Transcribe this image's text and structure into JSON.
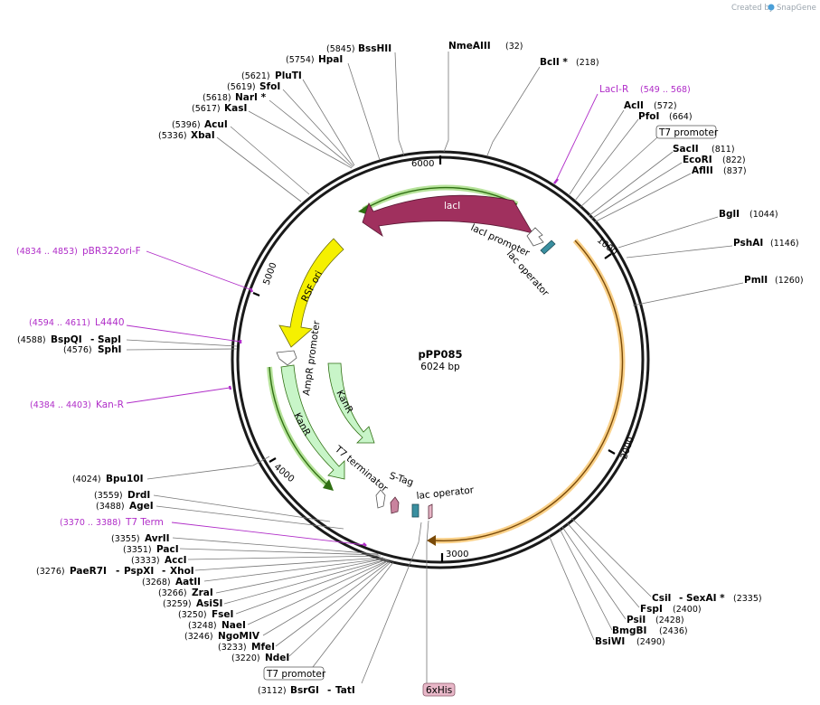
{
  "credit": {
    "prefix": "Created by",
    "brand": "SnapGene"
  },
  "plasmid": {
    "name": "pPP085",
    "size": "6024 bp"
  },
  "ticks": [
    "1000",
    "2000",
    "3000",
    "4000",
    "5000",
    "6000"
  ],
  "features": {
    "lacI": "lacI",
    "rsf_ori": "RSF ori",
    "kanR_inner": "KanR",
    "kanR_outer": "KanR",
    "ampR_promoter": "AmpR promoter",
    "laci_promoter": "lacI promoter",
    "lac_operator_top": "lac operator",
    "t7_terminator": "T7 terminator",
    "s_tag": "S-Tag",
    "lac_operator_bottom": "lac operator",
    "t7_promoter_top": "T7 promoter",
    "t7_promoter_bottom": "T7 promoter",
    "his_tag": "6xHis"
  },
  "sites": [
    {
      "name": "NmeAIII",
      "pos": "(32)"
    },
    {
      "name": "BclI *",
      "pos": "(218)"
    },
    {
      "name": "AclI",
      "pos": "(572)"
    },
    {
      "name": "PfoI",
      "pos": "(664)"
    },
    {
      "name": "SacII",
      "pos": "(811)"
    },
    {
      "name": "EcoRI",
      "pos": "(822)"
    },
    {
      "name": "AflII",
      "pos": "(837)"
    },
    {
      "name": "BglI",
      "pos": "(1044)"
    },
    {
      "name": "PshAI",
      "pos": "(1146)"
    },
    {
      "name": "PmlI",
      "pos": "(1260)"
    },
    {
      "name": "CsiI",
      "name2": "SexAI *",
      "pos": "(2335)"
    },
    {
      "name": "FspI",
      "pos": "(2400)"
    },
    {
      "name": "PsiI",
      "pos": "(2428)"
    },
    {
      "name": "BmgBI",
      "pos": "(2436)"
    },
    {
      "name": "BsiWI",
      "pos": "(2490)"
    },
    {
      "name": "BssHII",
      "pos": "(5845)"
    },
    {
      "name": "HpaI",
      "pos": "(5754)"
    },
    {
      "name": "PluTI",
      "pos": "(5621)"
    },
    {
      "name": "SfoI",
      "pos": "(5619)"
    },
    {
      "name": "NarI *",
      "pos": "(5618)"
    },
    {
      "name": "KasI",
      "pos": "(5617)"
    },
    {
      "name": "AcuI",
      "pos": "(5396)"
    },
    {
      "name": "XbaI",
      "pos": "(5336)"
    },
    {
      "name": "BspQI",
      "name2": "SapI",
      "pos": "(4588)"
    },
    {
      "name": "SphI",
      "pos": "(4576)"
    },
    {
      "name": "Bpu10I",
      "pos": "(4024)"
    },
    {
      "name": "DrdI",
      "pos": "(3559)"
    },
    {
      "name": "AgeI",
      "pos": "(3488)"
    },
    {
      "name": "AvrII",
      "pos": "(3355)"
    },
    {
      "name": "PacI",
      "pos": "(3351)"
    },
    {
      "name": "AccI",
      "pos": "(3333)"
    },
    {
      "name": "PaeR7I",
      "name2": "PspXI",
      "name3": "XhoI",
      "pos": "(3276)"
    },
    {
      "name": "AatII",
      "pos": "(3268)"
    },
    {
      "name": "ZraI",
      "pos": "(3266)"
    },
    {
      "name": "AsiSI",
      "pos": "(3259)"
    },
    {
      "name": "FseI",
      "pos": "(3250)"
    },
    {
      "name": "NaeI",
      "pos": "(3248)"
    },
    {
      "name": "NgoMIV",
      "pos": "(3246)"
    },
    {
      "name": "MfeI",
      "pos": "(3233)"
    },
    {
      "name": "NdeI",
      "pos": "(3220)"
    },
    {
      "name": "BsrGI",
      "name2": "TatI",
      "pos": "(3112)"
    }
  ],
  "primers": [
    {
      "name": "LacI-R",
      "range": "(549 .. 568)"
    },
    {
      "name": "pBR322ori-F",
      "range": "(4834 .. 4853)"
    },
    {
      "name": "L4440",
      "range": "(4594 .. 4611)"
    },
    {
      "name": "Kan-R",
      "range": "(4384 .. 4403)"
    },
    {
      "name": "T7 Term",
      "range": "(3370 .. 3388)"
    }
  ],
  "colors": {
    "lacI": "#a0305e",
    "ori": "#f5f000",
    "kanR": "#c8f5c8",
    "orange_track": "#f5a623",
    "green_track": "#7ac04a",
    "primer": "#b02dc8",
    "s_tag": "#c9839e",
    "his_tag": "#e8b7c8",
    "lac_operator": "#3a8fa0"
  }
}
